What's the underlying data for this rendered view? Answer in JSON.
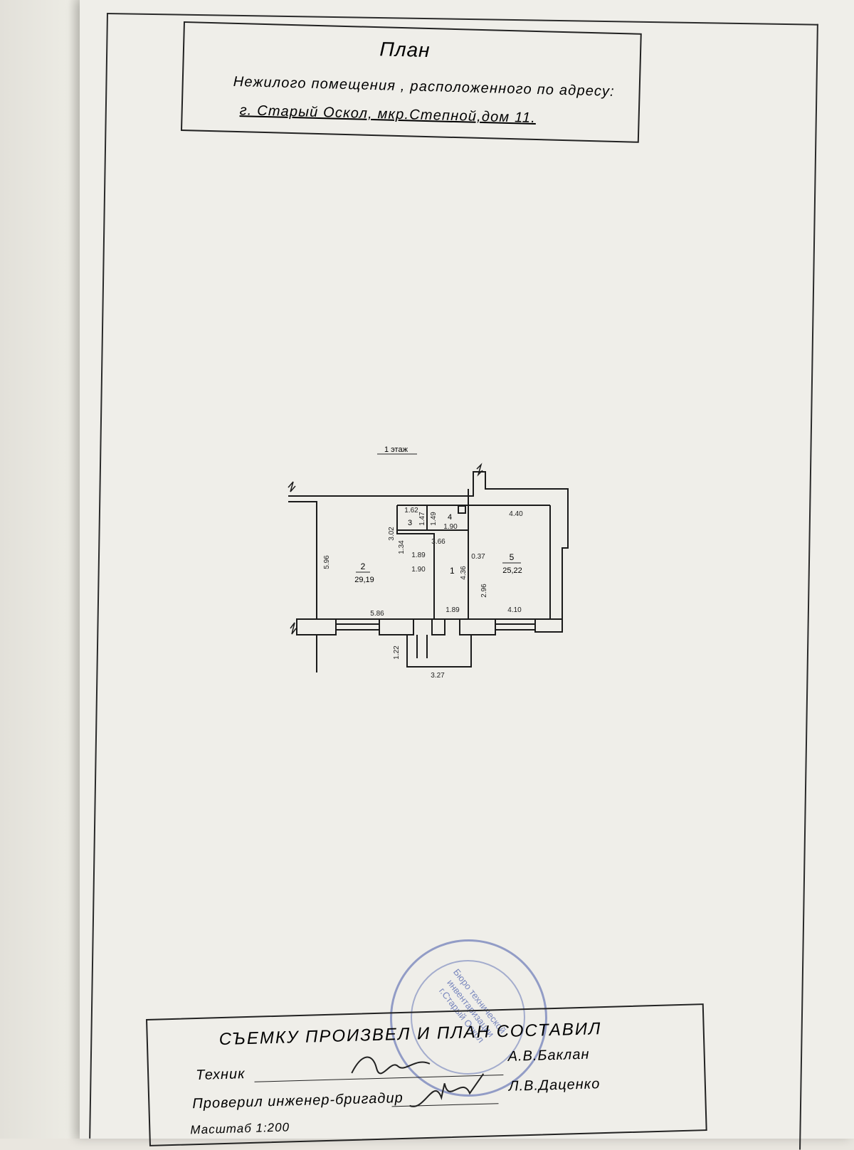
{
  "title": {
    "main": "План",
    "subtitle": "Нежилого помещения , расположенного по адресу:",
    "address": "г. Старый Оскол, мкр.Степной,дом 11."
  },
  "plan": {
    "floor_label": "1 этаж",
    "rooms": [
      {
        "number": "2",
        "area": "29,19"
      },
      {
        "number": "1",
        "area": ""
      },
      {
        "number": "3",
        "area": ""
      },
      {
        "number": "4",
        "area": ""
      },
      {
        "number": "5",
        "area": "25,22"
      }
    ],
    "dimensions": {
      "d596": "5.96",
      "d586": "5.86",
      "d302": "3.02",
      "d162": "1.62",
      "d147": "1.47",
      "d149": "1.49",
      "d190a": "1.90",
      "d366": "3.66",
      "d134": "1.34",
      "d189a": "1.89",
      "d190b": "1.90",
      "d436": "4.36",
      "d037": "0.37",
      "d296": "2.96",
      "d440": "4.40",
      "d410": "4.10",
      "d189b": "1.89",
      "d122": "1.22",
      "d327": "3.27"
    }
  },
  "stamp": {
    "text": "Бюро технической инвентаризации г.Старый Оскол"
  },
  "signatures": {
    "heading": "СЪЕМКУ ПРОИЗВЕЛ И ПЛАН СОСТАВИЛ",
    "tech_label": "Техник",
    "tech_name": "А.В.Баклан",
    "checked_label": "Проверил инженер-бригадир",
    "checked_name": "Л.В.Даценко",
    "scale": "Масштаб 1:200"
  }
}
